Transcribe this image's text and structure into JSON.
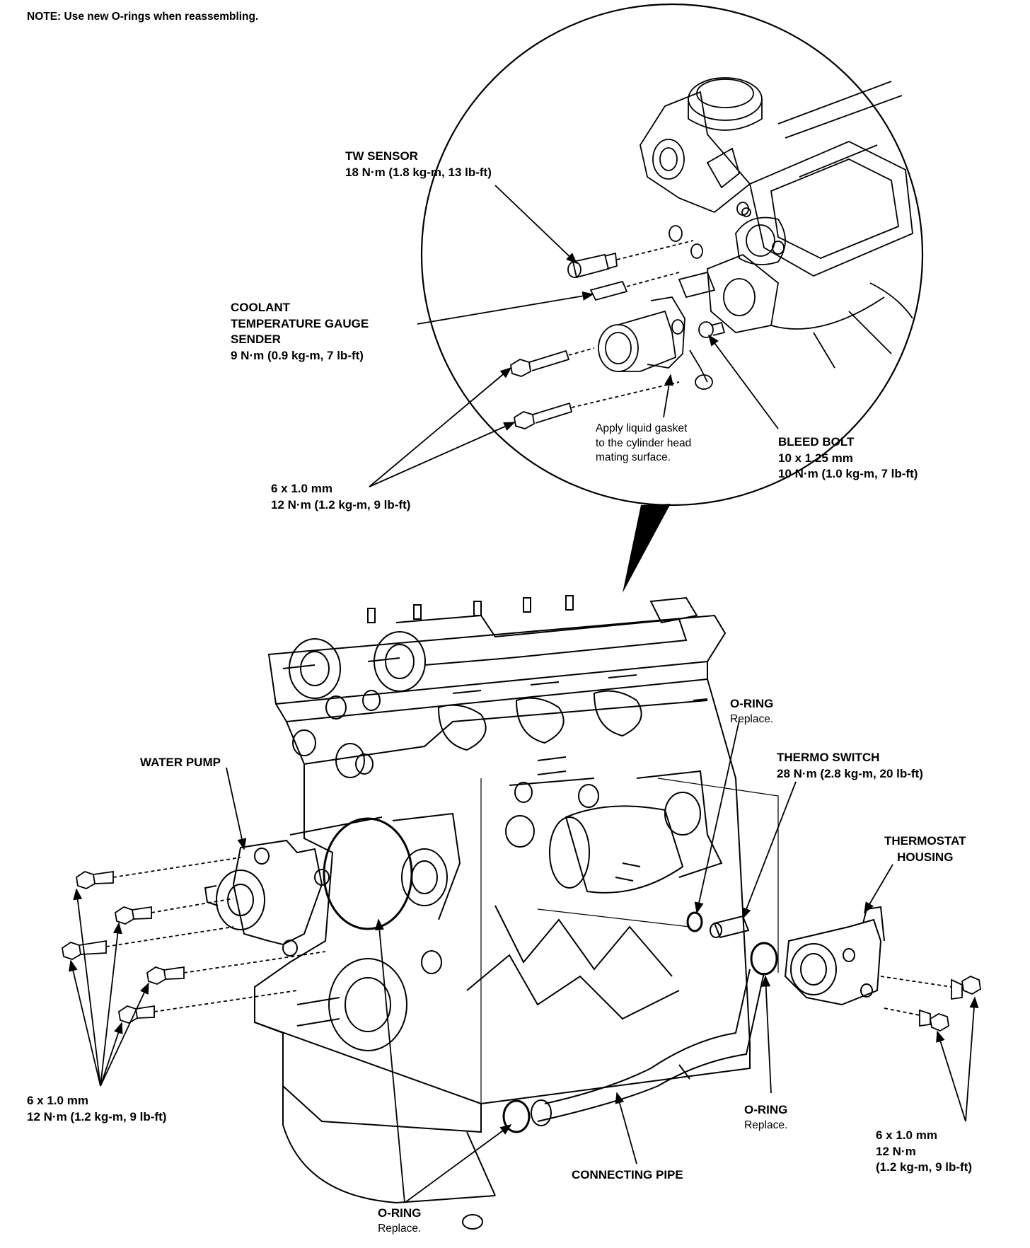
{
  "note": "NOTE: Use new O-rings when reassembling.",
  "callouts": {
    "tw_sensor": {
      "name": "TW SENSOR",
      "spec": "18 N·m (1.8 kg-m, 13 lb-ft)"
    },
    "gauge_sender": {
      "line1": "COOLANT",
      "line2": "TEMPERATURE GAUGE",
      "line3": "SENDER",
      "spec": "9 N·m (0.9 kg-m, 7 lb-ft)"
    },
    "upper_bolts": {
      "size": "6 x 1.0 mm",
      "spec": "12 N·m (1.2 kg-m, 9 lb-ft)"
    },
    "liquid_gasket": {
      "line1": "Apply liquid gasket",
      "line2": "to the cylinder head",
      "line3": "mating surface."
    },
    "bleed_bolt": {
      "name": "BLEED BOLT",
      "size": "10 x 1.25 mm",
      "spec": "10 N·m (1.0 kg-m, 7 lb-ft)"
    },
    "oring_upper": {
      "name": "O-RING",
      "note": "Replace."
    },
    "thermo_switch": {
      "name": "THERMO SWITCH",
      "spec": "28 N·m (2.8 kg-m, 20 lb-ft)"
    },
    "water_pump": {
      "name": "WATER PUMP"
    },
    "thermostat_housing": {
      "line1": "THERMOSTAT",
      "line2": "HOUSING"
    },
    "pump_bolts": {
      "size": "6 x 1.0 mm",
      "spec": "12 N·m (1.2 kg-m, 9 lb-ft)"
    },
    "oring_right": {
      "name": "O-RING",
      "note": "Replace."
    },
    "housing_bolts": {
      "size": "6 x 1.0 mm",
      "line2": "12 N·m",
      "line3": "(1.2 kg-m, 9 lb-ft)"
    },
    "connecting_pipe": {
      "name": "CONNECTING PIPE"
    },
    "oring_bottom": {
      "name": "O-RING",
      "note": "Replace."
    }
  },
  "colors": {
    "ink": "#000000",
    "paper": "#ffffff"
  }
}
